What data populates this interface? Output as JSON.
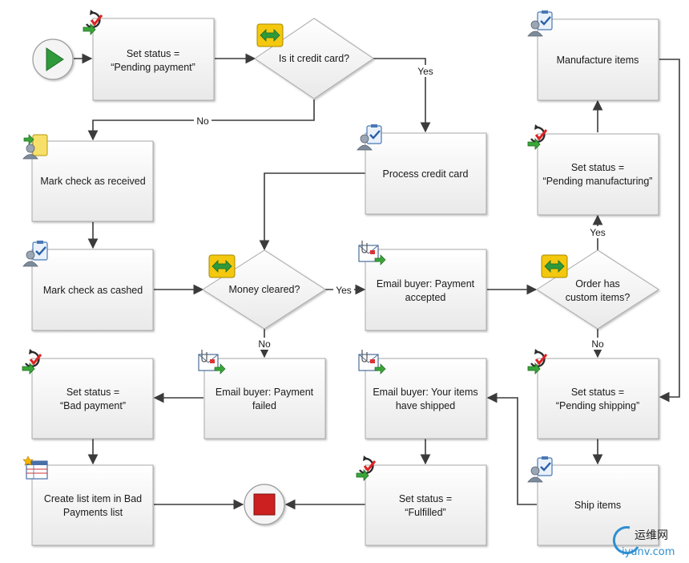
{
  "diagram": {
    "nodes": {
      "set_pending_payment": [
        "Set status  =",
        "“Pending payment”"
      ],
      "is_credit_card": [
        "Is it credit card?"
      ],
      "mark_check_received": [
        "Mark check as received"
      ],
      "process_credit_card": [
        "Process credit card"
      ],
      "mark_check_cashed": [
        "Mark check as cashed"
      ],
      "money_cleared": [
        "Money cleared?"
      ],
      "email_payment_accepted": [
        "Email buyer: Payment",
        "accepted"
      ],
      "order_custom_items": [
        "Order has",
        "custom items?"
      ],
      "manufacture_items": [
        "Manufacture items"
      ],
      "set_pending_manufacturing": [
        "Set status  =",
        "“Pending manufacturing”"
      ],
      "set_bad_payment": [
        "Set status  =",
        "“Bad payment”"
      ],
      "email_payment_failed": [
        "Email buyer: Payment",
        "failed"
      ],
      "email_items_shipped": [
        "Email buyer: Your items",
        "have shipped"
      ],
      "set_pending_shipping": [
        "Set status  =",
        "“Pending shipping”"
      ],
      "create_list_item": [
        "Create list item in Bad",
        "Payments list"
      ],
      "set_fulfilled": [
        "Set status  =",
        "“Fulfilled”"
      ],
      "ship_items": [
        "Ship items"
      ]
    },
    "edge_labels": {
      "yes_credit": "Yes",
      "no_credit": "No",
      "yes_cleared": "Yes",
      "no_cleared": "No",
      "yes_custom": "Yes",
      "no_custom": "No"
    }
  },
  "watermark": {
    "chinese": "运维网",
    "site": "iyunv.com"
  }
}
